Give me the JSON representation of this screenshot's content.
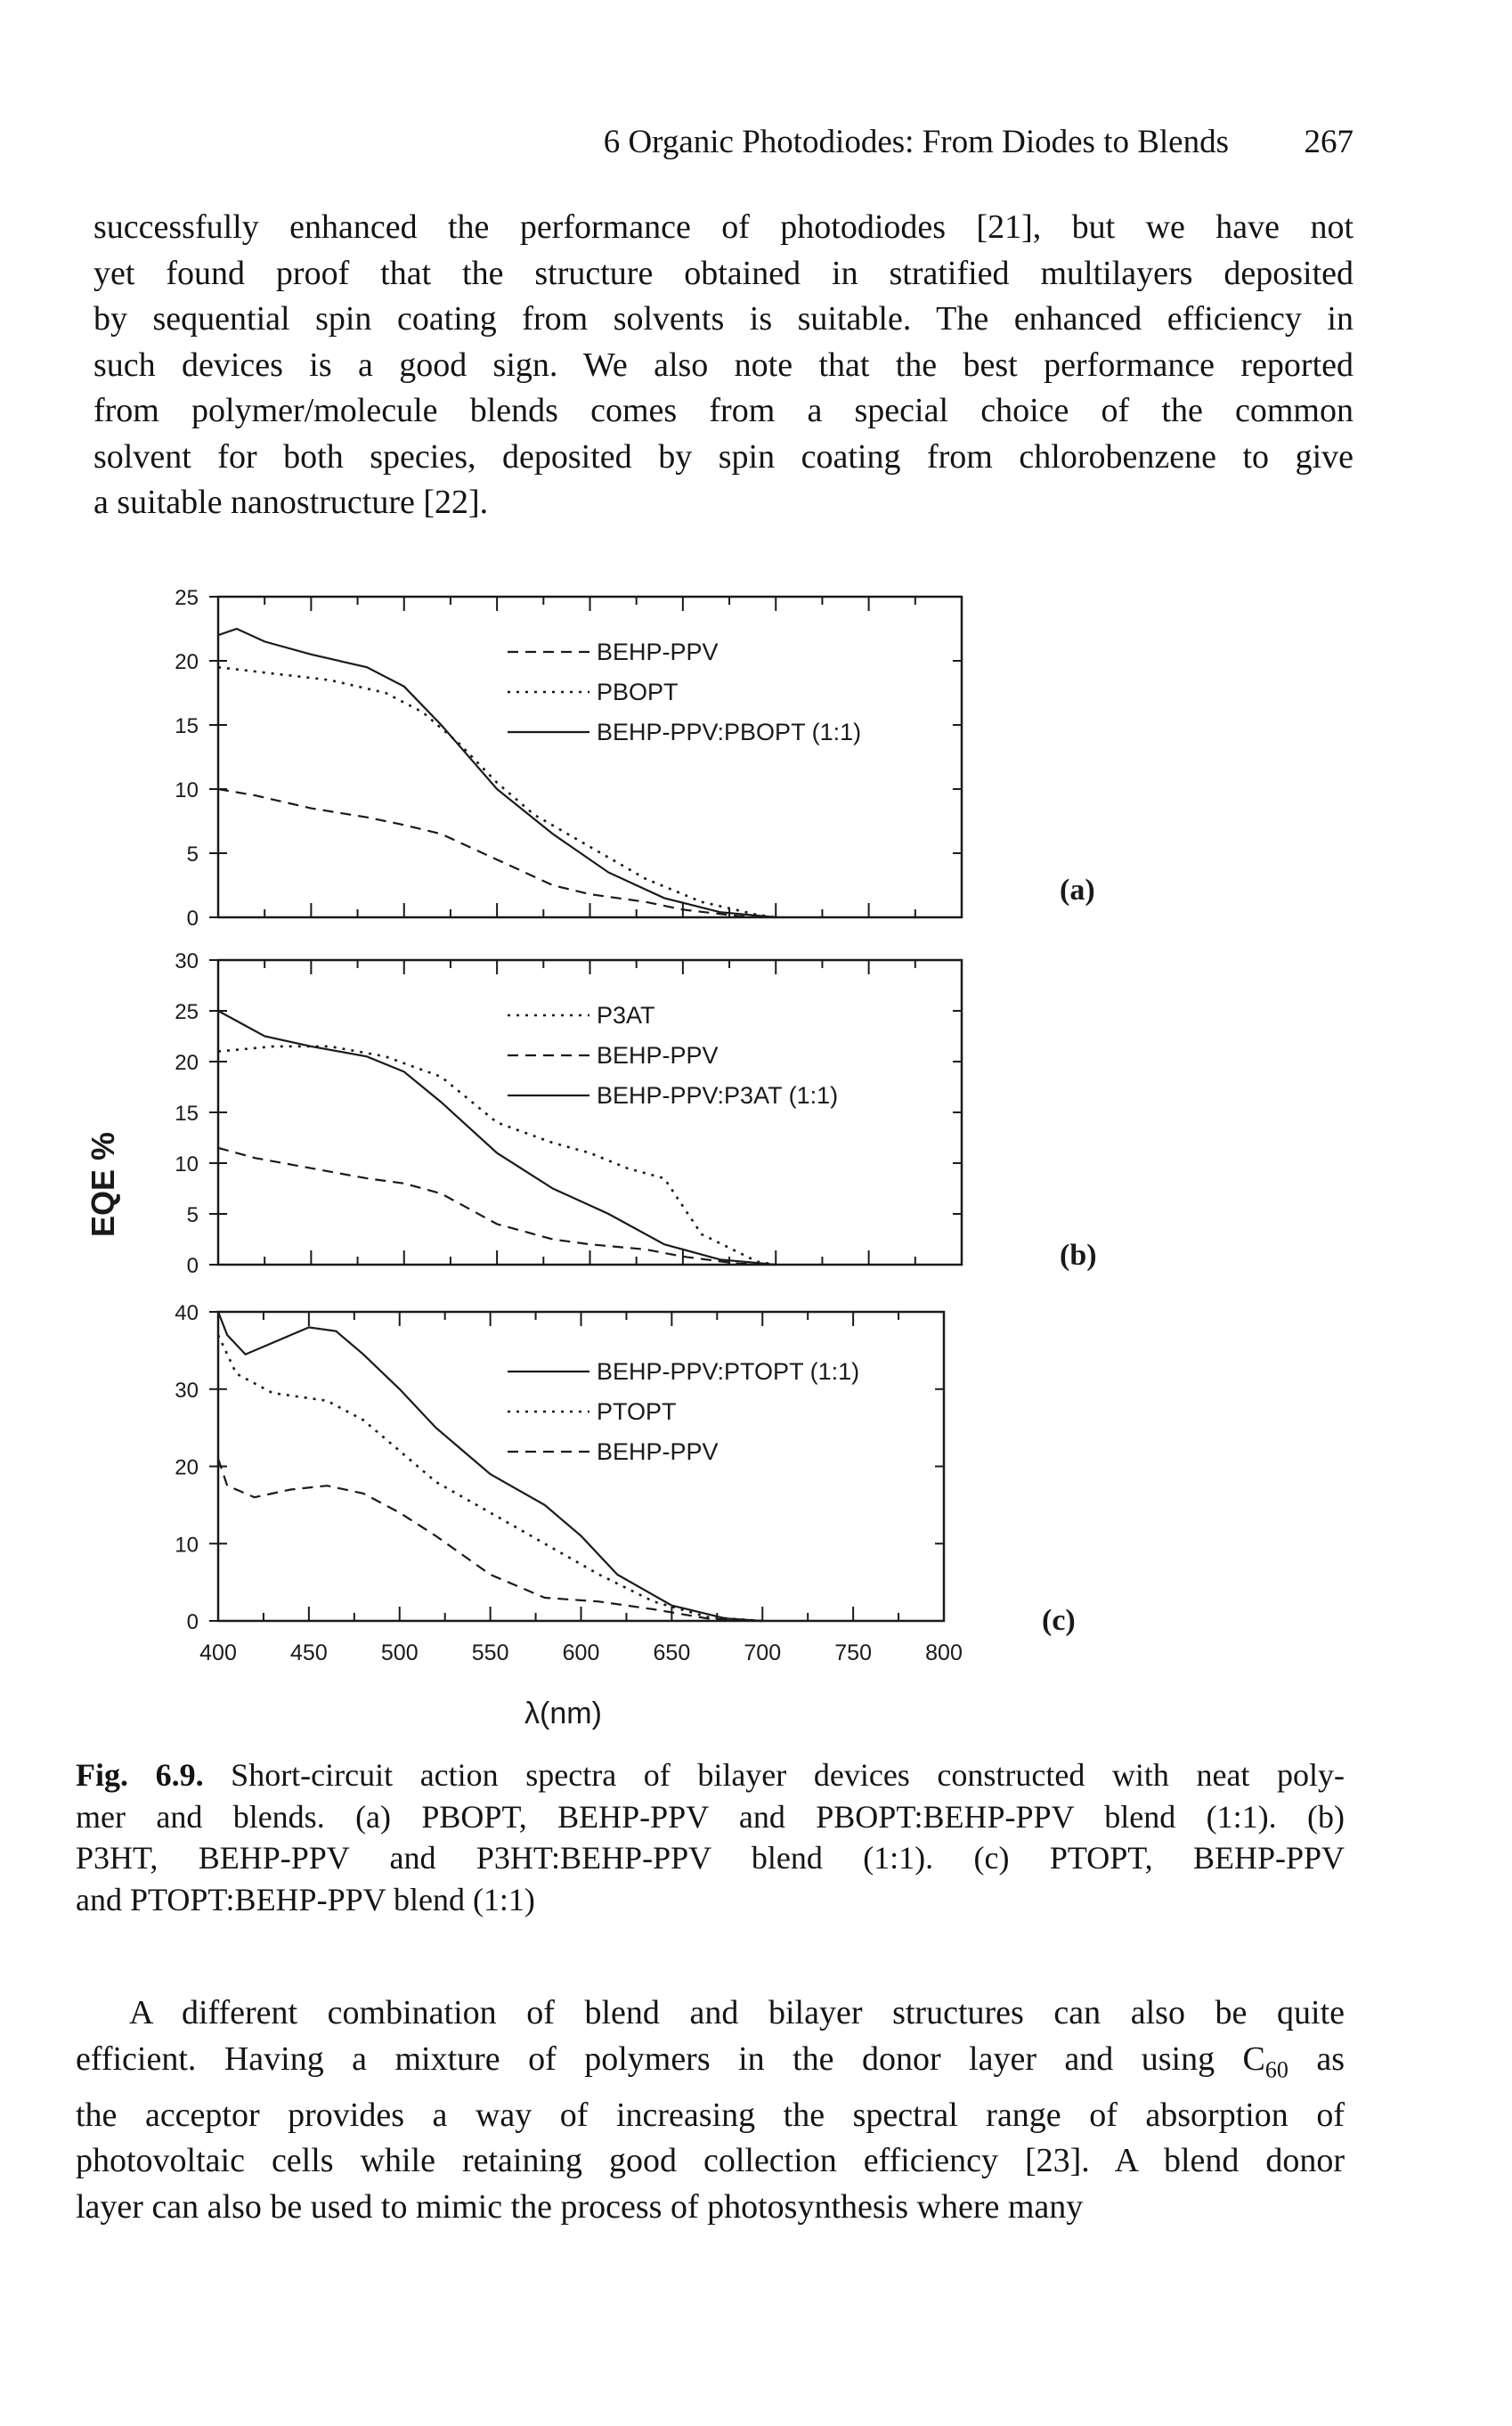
{
  "header": {
    "running_title": "6 Organic Photodiodes: From Diodes to Blends",
    "page_number": "267"
  },
  "top_paragraph_lines": [
    "successfully enhanced the performance of photodiodes [21], but we have not",
    "yet found proof that the structure obtained in stratified multilayers deposited",
    "by sequential spin coating from solvents is suitable. The enhanced efficiency in",
    "such devices is a good sign. We also note that the best performance reported",
    "from polymer/molecule blends comes from a special choice of the common",
    "solvent for both species, deposited by spin coating from chlorobenzene to give",
    "a suitable nanostructure [22]."
  ],
  "caption": {
    "lines": [
      "Short-circuit action spectra of bilayer devices constructed with neat poly-",
      "mer and blends. (a) PBOPT, BEHP-PPV and PBOPT:BEHP-PPV blend (1:1). (b)",
      "P3HT, BEHP-PPV and P3HT:BEHP-PPV blend (1:1). (c) PTOPT, BEHP-PPV",
      "and PTOPT:BEHP-PPV blend (1:1)"
    ],
    "label": "Fig. 6.9."
  },
  "bottom_paragraph": {
    "line1": "A different combination of blend and bilayer structures can also be quite",
    "line2_a": "efficient. Having a mixture of polymers in the donor layer and using C",
    "line2_sub": "60",
    "line2_b": " as",
    "line3": "the acceptor provides a way of increasing the spectral range of absorption of",
    "line4": "photovoltaic cells while retaining good collection efficiency [23]. A blend donor",
    "line5": "layer can also be used to mimic the process of photosynthesis where many"
  },
  "chart_data": [
    {
      "type": "line",
      "panel_label": "(a)",
      "xlim": [
        400,
        800
      ],
      "ylim": [
        0,
        25
      ],
      "yticks": [
        0,
        5,
        10,
        15,
        20,
        25
      ],
      "series": [
        {
          "name": "BEHP-PPV",
          "style": "dashed",
          "x": [
            400,
            420,
            450,
            480,
            500,
            520,
            550,
            580,
            600,
            630,
            650,
            680,
            700
          ],
          "y": [
            10,
            9.5,
            8.5,
            7.8,
            7.2,
            6.5,
            4.5,
            2.5,
            1.8,
            1.2,
            0.6,
            0.1,
            0
          ]
        },
        {
          "name": "PBOPT",
          "style": "dotted",
          "x": [
            400,
            430,
            460,
            490,
            510,
            530,
            550,
            570,
            600,
            630,
            660,
            690,
            700
          ],
          "y": [
            19.5,
            19,
            18.5,
            17.5,
            16,
            13.5,
            10.5,
            8,
            5.5,
            3,
            1.2,
            0.2,
            0
          ]
        },
        {
          "name": "BEHP-PPV:PBOPT (1:1)",
          "style": "solid",
          "x": [
            400,
            410,
            425,
            450,
            480,
            500,
            520,
            550,
            580,
            610,
            640,
            670,
            700
          ],
          "y": [
            22,
            22.5,
            21.5,
            20.5,
            19.5,
            18,
            15,
            10,
            6.5,
            3.5,
            1.5,
            0.4,
            0
          ]
        }
      ]
    },
    {
      "type": "line",
      "panel_label": "(b)",
      "xlim": [
        400,
        800
      ],
      "ylim": [
        0,
        30
      ],
      "yticks": [
        0,
        5,
        10,
        15,
        20,
        25,
        30
      ],
      "series": [
        {
          "name": "P3AT",
          "style": "dotted",
          "x": [
            400,
            430,
            460,
            490,
            520,
            550,
            580,
            600,
            620,
            640,
            660,
            690,
            700
          ],
          "y": [
            21,
            21.5,
            21.5,
            20.5,
            18.5,
            14,
            12,
            11,
            9.5,
            8.5,
            3,
            0.3,
            0
          ]
        },
        {
          "name": "BEHP-PPV",
          "style": "dashed",
          "x": [
            400,
            420,
            450,
            480,
            500,
            520,
            550,
            580,
            600,
            630,
            650,
            680,
            700
          ],
          "y": [
            11.5,
            10.5,
            9.5,
            8.5,
            8,
            7,
            4,
            2.5,
            2,
            1.5,
            0.8,
            0.1,
            0
          ]
        },
        {
          "name": "BEHP-PPV:P3AT (1:1)",
          "style": "solid",
          "x": [
            400,
            410,
            425,
            450,
            480,
            500,
            520,
            550,
            580,
            610,
            640,
            670,
            700
          ],
          "y": [
            25,
            24,
            22.5,
            21.5,
            20.5,
            19,
            16,
            11,
            7.5,
            5,
            2,
            0.5,
            0
          ]
        }
      ]
    },
    {
      "type": "line",
      "panel_label": "(c)",
      "xlim": [
        400,
        800
      ],
      "ylim": [
        0,
        40
      ],
      "yticks": [
        0,
        10,
        20,
        30,
        40
      ],
      "xticks": [
        400,
        450,
        500,
        550,
        600,
        650,
        700,
        750,
        800
      ],
      "xlabel": "λ(nm)",
      "series": [
        {
          "name": "BEHP-PPV:PTOPT (1:1)",
          "style": "solid",
          "x": [
            400,
            405,
            415,
            430,
            450,
            465,
            480,
            500,
            520,
            550,
            580,
            600,
            620,
            650,
            680,
            700
          ],
          "y": [
            40,
            37,
            34.5,
            36,
            38,
            37.5,
            34.5,
            30,
            25,
            19,
            15,
            11,
            6,
            2,
            0.3,
            0
          ]
        },
        {
          "name": "PTOPT",
          "style": "dotted",
          "x": [
            400,
            410,
            430,
            460,
            480,
            500,
            520,
            550,
            580,
            610,
            640,
            670,
            700
          ],
          "y": [
            37,
            32,
            29.5,
            28.5,
            26,
            22,
            18,
            14,
            10,
            6,
            2.5,
            0.5,
            0
          ]
        },
        {
          "name": "BEHP-PPV",
          "style": "dashed",
          "x": [
            400,
            405,
            420,
            440,
            460,
            480,
            500,
            520,
            550,
            580,
            610,
            640,
            670,
            700
          ],
          "y": [
            21,
            17.5,
            16,
            17,
            17.5,
            16.5,
            14,
            11,
            6,
            3,
            2.5,
            1.5,
            0.3,
            0
          ]
        }
      ]
    }
  ],
  "shared_ylabel": "EQE %"
}
